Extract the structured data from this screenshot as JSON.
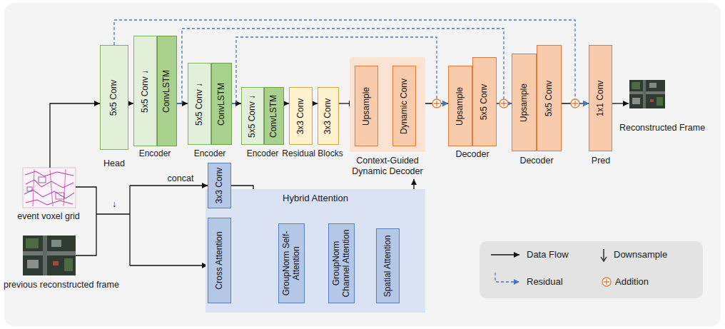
{
  "diagram": {
    "nodes": [
      {
        "text": [
          "5x5 Conv"
        ]
      },
      {
        "text": [
          "5x5 Conv ↓"
        ]
      },
      {
        "text": [
          "ConvLSTM"
        ]
      },
      {
        "text": [
          "5x5 Conv ↓"
        ]
      },
      {
        "text": [
          "ConvLSTM"
        ]
      },
      {
        "text": [
          "5x5 Conv ↓"
        ]
      },
      {
        "text": [
          "ConvLSTM"
        ]
      },
      {
        "text": [
          "3x3 Conv"
        ]
      },
      {
        "text": [
          "3x3 Conv"
        ]
      },
      {
        "text": [
          "Context-Guided Dynamic Decoder"
        ]
      },
      {
        "text": [
          "Upsample"
        ],
        "in": 9
      },
      {
        "text": [
          "Dynamic Conv"
        ],
        "in": 9
      },
      {
        "text": [
          "Upsample"
        ]
      },
      {
        "text": [
          "5x5 Conv"
        ]
      },
      {
        "text": [
          "Upsample"
        ]
      },
      {
        "text": [
          "5x5 Conv"
        ]
      },
      {
        "text": [
          "1x1 Conv"
        ]
      },
      {
        "text": [
          "3x3 Conv"
        ]
      },
      {
        "text": [
          "Hybrid Attention"
        ]
      },
      {
        "text": [
          "Cross Attention"
        ],
        "in": 18
      },
      {
        "text": [
          "GroupNorm Self-Attention"
        ],
        "in": 18
      },
      {
        "text": [
          "GroupNorm Channel Attention"
        ],
        "in": 18
      },
      {
        "text": [
          "Spatial Attention"
        ],
        "in": 18
      }
    ],
    "edges": [
      {
        "from": 0,
        "to": 1,
        "arrow": "to"
      },
      {
        "from": 2,
        "to": 3,
        "arrow": "to"
      },
      {
        "from": 4,
        "to": 5,
        "arrow": "to"
      },
      {
        "from": 6,
        "to": 7,
        "arrow": "to"
      },
      {
        "from": 7,
        "to": 8,
        "arrow": "to"
      },
      {
        "from": 8,
        "to": 10,
        "arrow": "to"
      },
      {
        "from": 10,
        "to": 11,
        "arrow": "to"
      },
      {
        "from": 11,
        "to": 12,
        "arrow": "to"
      },
      {
        "from": 13,
        "to": 14,
        "arrow": "to"
      },
      {
        "from": 15,
        "to": 16,
        "arrow": "to"
      },
      {
        "from": 0,
        "to": 16,
        "arrow": "to"
      },
      {
        "from": 2,
        "to": 14,
        "arrow": "to"
      },
      {
        "from": 4,
        "to": 12,
        "arrow": "to"
      },
      {
        "from": 17,
        "to": 20,
        "arrow": "to"
      },
      {
        "from": 19,
        "to": 20,
        "arrow": "to"
      },
      {
        "from": 20,
        "to": 21,
        "arrow": "to"
      },
      {
        "from": 21,
        "to": 22,
        "arrow": "to"
      },
      {
        "from": 22,
        "to": 9,
        "arrow": "to"
      }
    ],
    "labels": [
      "Head",
      "Encoder",
      "Encoder",
      "Encoder",
      "Residual Blocks",
      "Decoder",
      "Decoder",
      "Pred",
      "Reconstructed Frame",
      "event voxel grid",
      "previous reconstructed frame",
      "concat",
      "↓"
    ],
    "legend": [
      {
        "text": "Data Flow"
      },
      {
        "text": "Downsample"
      },
      {
        "text": "Residual"
      },
      {
        "text": "Addition"
      }
    ]
  }
}
